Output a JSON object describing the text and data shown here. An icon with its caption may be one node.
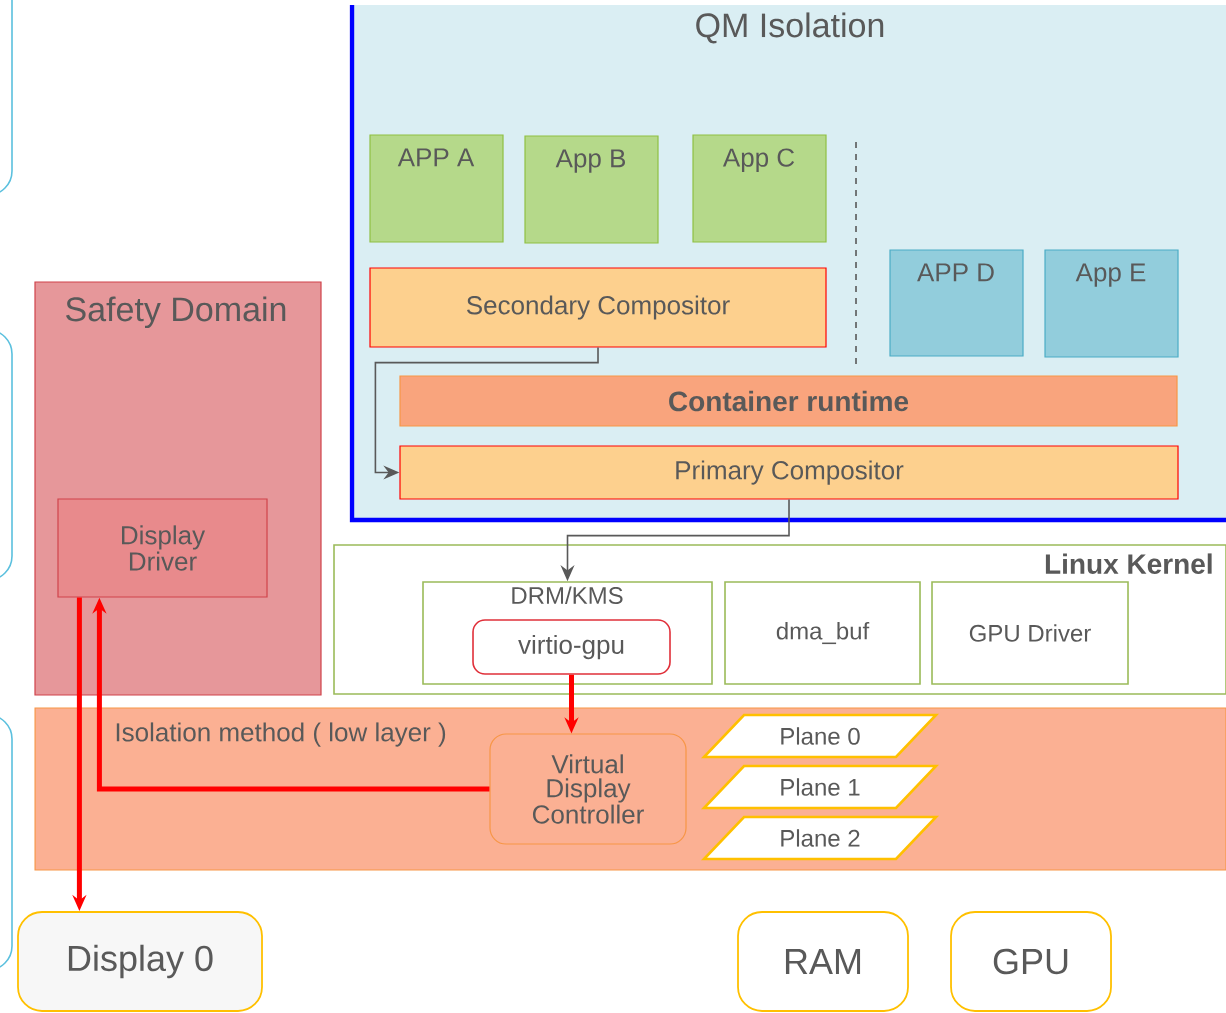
{
  "diagram": {
    "nodes": [
      {
        "text": [
          "QM Isolation"
        ]
      },
      {
        "text": [
          "APP A"
        ],
        "in": 0
      },
      {
        "text": [
          "App B"
        ],
        "in": 0
      },
      {
        "text": [
          "App C"
        ],
        "in": 0
      },
      {
        "text": [
          "APP D"
        ],
        "in": 0
      },
      {
        "text": [
          "App E"
        ],
        "in": 0
      },
      {
        "text": [
          "Secondary Compositor"
        ],
        "in": 0
      },
      {
        "text": [
          "Container runtime"
        ],
        "in": 0
      },
      {
        "text": [
          "Primary Compositor"
        ],
        "in": 0
      },
      {
        "text": [
          "Safety Domain"
        ]
      },
      {
        "text": [
          "Display Driver"
        ],
        "in": 9
      },
      {
        "text": [
          "Linux Kernel"
        ]
      },
      {
        "text": [
          "DRM/KMS"
        ],
        "in": 11
      },
      {
        "text": [
          "virtio-gpu"
        ],
        "in": 12
      },
      {
        "text": [
          "dma_buf"
        ],
        "in": 11
      },
      {
        "text": [
          "GPU Driver"
        ],
        "in": 11
      },
      {
        "text": [
          "Isolation method ( low layer )"
        ]
      },
      {
        "text": [
          "Virtual Display Controller"
        ],
        "in": 16
      },
      {
        "text": [
          "Plane 0"
        ],
        "in": 16
      },
      {
        "text": [
          "Plane 1"
        ],
        "in": 16
      },
      {
        "text": [
          "Plane 2"
        ],
        "in": 16
      },
      {
        "text": [
          "Display 0"
        ]
      },
      {
        "text": [
          "RAM"
        ]
      },
      {
        "text": [
          "GPU"
        ]
      }
    ],
    "edges": [
      {
        "from": 6,
        "to": 8,
        "arrow": "to",
        "color": "#595959"
      },
      {
        "from": 8,
        "to": 12,
        "arrow": "to",
        "color": "#595959"
      },
      {
        "from": 13,
        "to": 17,
        "arrow": "to"
      },
      {
        "from": 17,
        "to": 10,
        "arrow": "to"
      },
      {
        "from": 10,
        "to": 21,
        "arrow": "to"
      }
    ]
  }
}
